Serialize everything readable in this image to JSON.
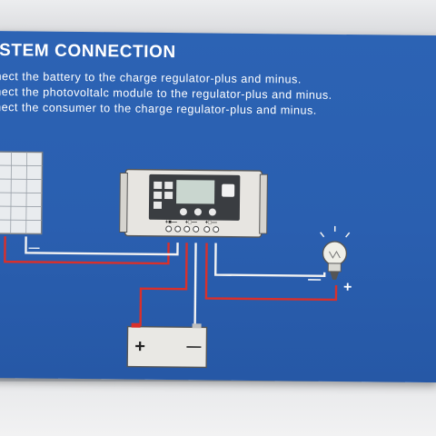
{
  "package": {
    "heading": "YSTEM CONNECTION",
    "instructions": [
      "onnect the battery to the charge regulator-plus and minus.",
      "onnect the photovoltalc module to the regulator-plus and minus.",
      "onnect the consumer to the charge regulator-plus and minus."
    ]
  },
  "diagram": {
    "solar_panel_signs": {
      "plus": "+",
      "minus": "—"
    },
    "regulator_port_labels": [
      "+■—",
      "+□—",
      "+□—"
    ],
    "battery_signs": {
      "plus": "+",
      "minus": "—"
    },
    "load_signs": {
      "minus": "—",
      "plus": "+"
    },
    "wire_colors": {
      "positive": "#d9302b",
      "negative": "#f2f2f2"
    },
    "colors": {
      "box_blue": "#2a5fb0",
      "regulator_body": "#e7e5e1",
      "lcd": "#c9d6cf"
    },
    "icons": [
      "solar-panel-icon",
      "charge-regulator-icon",
      "battery-icon",
      "light-bulb-icon"
    ]
  }
}
